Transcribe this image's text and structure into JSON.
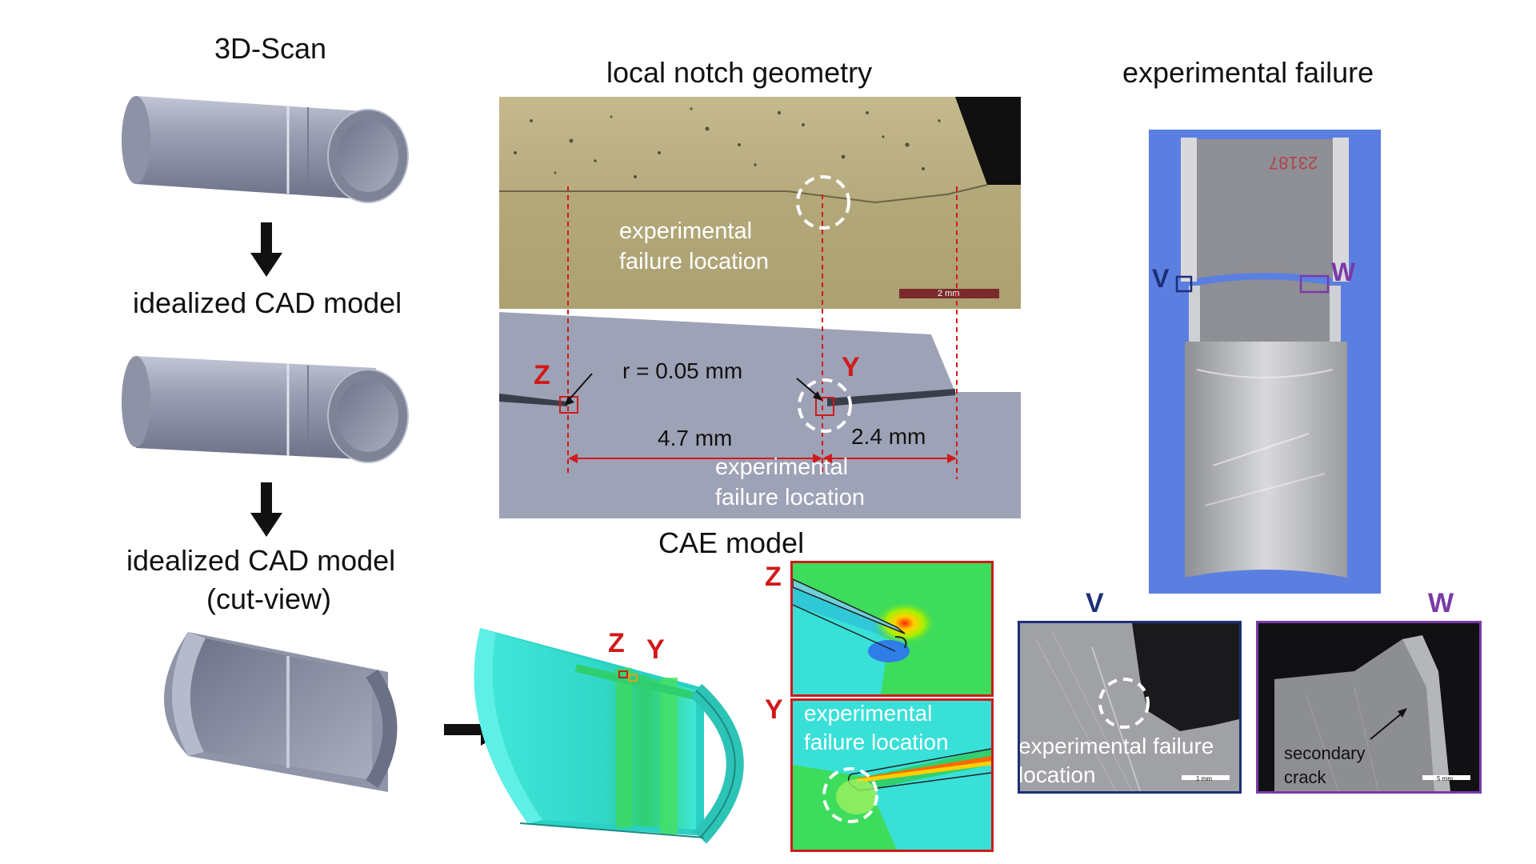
{
  "left": {
    "title_scan": "3D-Scan",
    "title_cad": "idealized CAD model",
    "title_cut_1": "idealized CAD model",
    "title_cut_2": "(cut-view)"
  },
  "middle": {
    "title_notch": "local notch geometry",
    "micro_label_1": "experimental",
    "micro_label_2": "failure location",
    "scale_bar": "2 mm",
    "radius_label": "r = 0.05 mm",
    "marker_z": "Z",
    "marker_y": "Y",
    "dim_left": "4.7 mm",
    "dim_right": "2.4 mm",
    "cad_label_1": "experimental",
    "cad_label_2": "failure location",
    "title_cae": "CAE model",
    "cae_z": "Z",
    "cae_y": "Y",
    "inset_z": "Z",
    "inset_y": "Y",
    "inset_label_1": "experimental",
    "inset_label_2": "failure location"
  },
  "right": {
    "title_failure": "experimental failure",
    "specimen_text": "23187",
    "marker_v": "V",
    "marker_w": "W",
    "panel_v_title": "V",
    "panel_w_title": "W",
    "panel_v_label_1": "experimental failure",
    "panel_v_label_2": "location",
    "panel_v_scale": "1 mm",
    "panel_w_label_1": "secondary",
    "panel_w_label_2": "crack",
    "panel_w_scale": "5 mm"
  },
  "colors": {
    "cad_gray": "#8a8fa3",
    "notch_red": "#d01a1a",
    "background_blue": "#5b7fe0",
    "fem_cyan": "#38e0d8",
    "fem_green": "#30d060",
    "panel_v_border": "#1c2f78",
    "panel_w_border": "#7a3aa8"
  },
  "icons": [
    "down-arrow-icon",
    "right-arrow-icon",
    "dashed-circle-icon"
  ]
}
